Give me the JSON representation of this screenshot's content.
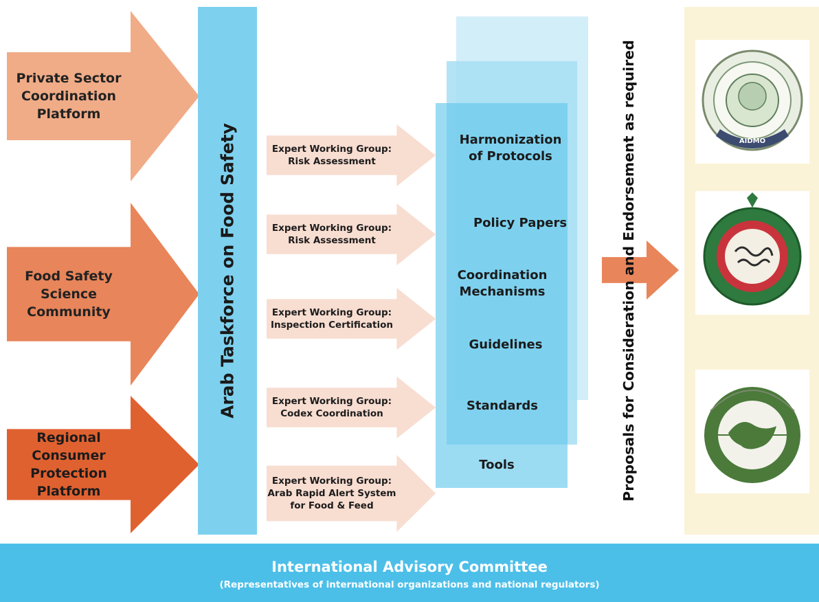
{
  "inputs": [
    {
      "label": "Private Sector\nCoordination\nPlatform"
    },
    {
      "label": "Food Safety\nScience\nCommunity"
    },
    {
      "label": "Regional Consumer\nProtection\nPlatform"
    }
  ],
  "taskforce": {
    "label": "Arab Taskforce on Food Safety"
  },
  "working_groups": [
    {
      "label": "Expert Working Group:\nRisk Assessment"
    },
    {
      "label": "Expert Working Group:\nRisk Assessment"
    },
    {
      "label": "Expert Working Group:\nInspection Certification"
    },
    {
      "label": "Expert Working Group:\nCodex Coordination"
    },
    {
      "label": "Expert Working Group:\nArab Rapid Alert System\nfor Food & Feed"
    }
  ],
  "outputs": [
    {
      "label": "Harmonization\nof Protocols"
    },
    {
      "label": "Policy Papers"
    },
    {
      "label": "Coordination\nMechanisms"
    },
    {
      "label": "Guidelines"
    },
    {
      "label": "Standards"
    },
    {
      "label": "Tools"
    }
  ],
  "proposals": {
    "label": "Proposals for Consideration and Endorsement as required"
  },
  "logos": [
    {
      "name": "aidmo-emblem",
      "text": "AIDMO"
    },
    {
      "name": "arab-league-emblem",
      "text": ""
    },
    {
      "name": "aoad-emblem",
      "text": ""
    }
  ],
  "committee": {
    "title": "International Advisory Committee",
    "subtitle": "(Representatives of international organizations and national regulators)"
  },
  "colors": {
    "arrow_light": "#f0ac87",
    "arrow_mid": "#e8855a",
    "arrow_dark": "#e06130",
    "taskforce_blue": "#7ed1ee",
    "committee_blue": "#4cbfe9",
    "ewg_pink": "#f8ddd1"
  }
}
